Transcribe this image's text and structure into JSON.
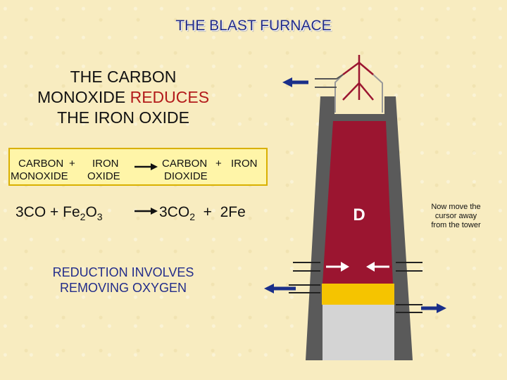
{
  "title": "THE BLAST FURNACE",
  "headline": {
    "line1": "THE CARBON",
    "line2_prefix": "MONOXIDE ",
    "line2_highlight": "REDUCES",
    "line3": "THE IRON OXIDE"
  },
  "word_equation": {
    "reactant1_line1": "CARBON",
    "reactant1_line2": "MONOXIDE",
    "plus": "+",
    "reactant2_line1": "IRON",
    "reactant2_line2": "OXIDE",
    "product1_line1": "CARBON",
    "product1_line2": "DIOXIDE",
    "product2_line1": "IRON"
  },
  "chemical_equation": {
    "r1": "3CO",
    "plus1": "+",
    "r2_base": "Fe",
    "r2_sub1": "2",
    "r2_mid": "O",
    "r2_sub2": "3",
    "p1_base": "3CO",
    "p1_sub": "2",
    "plus2": "+",
    "p2": "2Fe"
  },
  "reduction_note": {
    "line1": "REDUCTION INVOLVES",
    "line2": "REMOVING OXYGEN"
  },
  "furnace": {
    "stage_label": "D"
  },
  "side_note": {
    "line1": "Now move the",
    "line2": "cursor away",
    "line3": "from the tower"
  },
  "colors": {
    "furnace_red": "#9b1530",
    "wall_gray": "#5a5a5a",
    "slag_yellow": "#f5c400",
    "hearth_gray": "#d4d4d4",
    "arrow_blue": "#1a2f8a",
    "title_blue": "#222c8a",
    "highlight_red": "#b31b1b"
  }
}
